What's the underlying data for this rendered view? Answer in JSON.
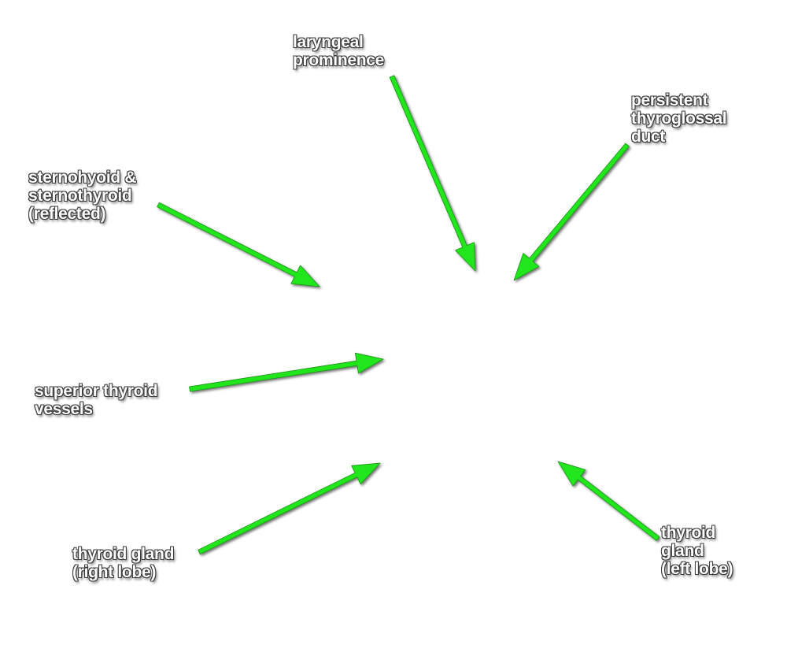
{
  "arrow_color": "#22e61e",
  "labels": {
    "laryngeal_prominence": [
      "laryngeal",
      "prominence"
    ],
    "thyroglossal_duct": [
      "persistent",
      "thyroglossal",
      "duct"
    ],
    "strap_muscles": [
      "sternohyoid &",
      "sternothyroid",
      "(reflected)"
    ],
    "superior_thyroid_vessels": [
      "superior thyroid",
      "vessels"
    ],
    "right_lobe": [
      "thyroid gland",
      "(right lobe)"
    ],
    "left_lobe": [
      "thyroid",
      "gland",
      "(left lobe)"
    ]
  }
}
